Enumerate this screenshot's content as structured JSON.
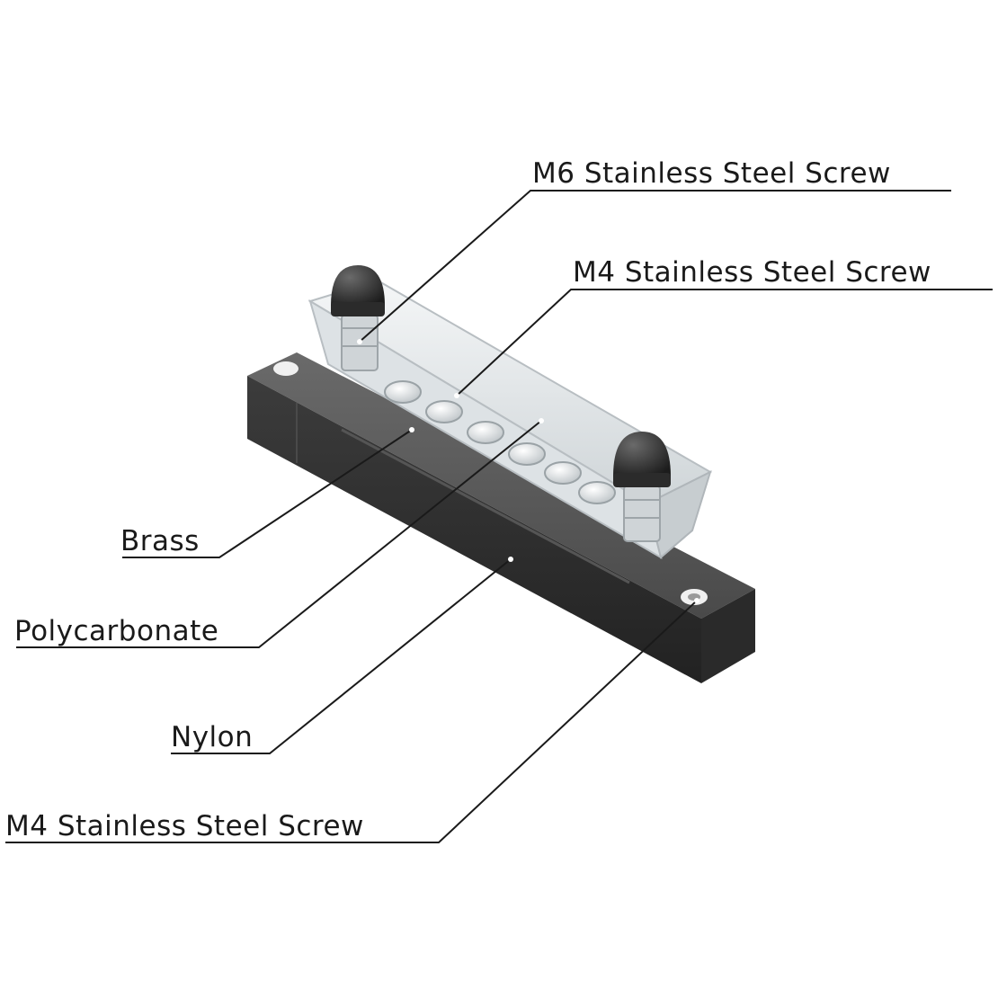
{
  "callouts": {
    "m6_screw": "M6 Stainless Steel Screw",
    "m4_screw_top": "M4 Stainless Steel Screw",
    "brass": "Brass",
    "polycarbonate": "Polycarbonate",
    "nylon": "Nylon",
    "m4_screw_bottom": "M4 Stainless Steel Screw"
  },
  "colors": {
    "nylon_base": "#3a3a3a",
    "polycarbonate_cover": "#e8ecee",
    "cap_nut": "#2b2b2b",
    "leader_line": "#1a1a1a"
  }
}
